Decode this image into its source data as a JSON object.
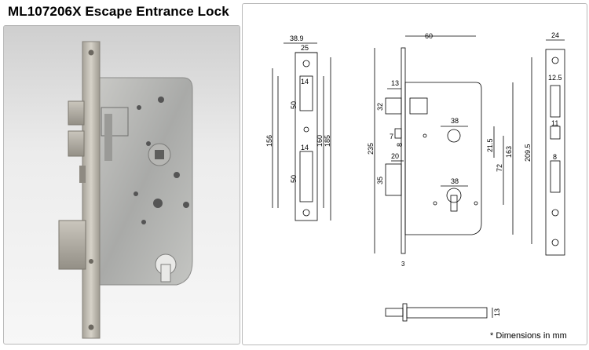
{
  "title": "ML107206X Escape Entrance Lock",
  "footnote": "* Dimensions in mm",
  "photo": {
    "alt": "lock-body-photo"
  },
  "front_view": {
    "width_total": "38.9",
    "width_plate": "25",
    "latch_width": "14",
    "latch_height": "50",
    "bolt_width": "14",
    "bolt_height": "50",
    "height_156": "156",
    "height_160": "160",
    "height_185": "185"
  },
  "side_view": {
    "backset": "60",
    "latch_13": "13",
    "latch_32": "32",
    "hub_38": "38",
    "dim_7": "7",
    "dim_8": "8",
    "dim_20": "20",
    "dim_35": "35",
    "cyl_38": "38",
    "dim_21_5": "21.5",
    "dim_72": "72",
    "dim_163": "163",
    "dim_235": "235",
    "dim_3": "3"
  },
  "faceplate_view": {
    "width": "24",
    "dim_12_5": "12.5",
    "dim_11": "11",
    "dim_8": "8",
    "dim_209_5": "209.5"
  },
  "bottom_view": {
    "dim_13": "13"
  }
}
